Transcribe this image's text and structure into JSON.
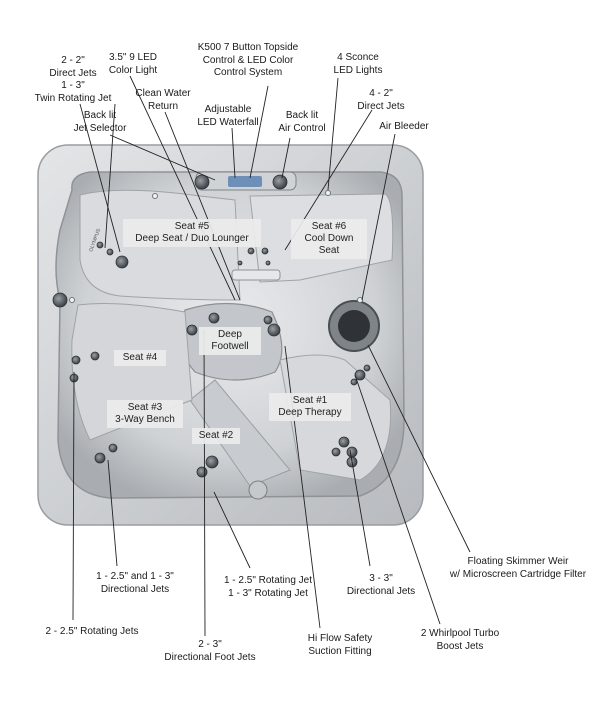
{
  "callouts": {
    "direct_twin_jets": "2 - 2\"\nDirect Jets\n1 - 3\"\nTwin Rotating Jet",
    "color_light": "3.5\" 9 LED\nColor Light",
    "clean_water_return": "Clean Water\nReturn",
    "topside_control": "K500 7 Button Topside\nControl & LED Color\nControl System",
    "led_waterfall": "Adjustable\nLED Waterfall",
    "air_control": "Back lit\nAir Control",
    "sconce_lights": "4 Sconce\nLED Lights",
    "direct_jets_4_2": "4 - 2\"\nDirect Jets",
    "air_bleeder": "Air Bleeder",
    "jet_selector": "Back lit\nJet Selector",
    "skimmer_weir": "Floating Skimmer Weir\nw/ Microscreen Cartridge Filter",
    "directional_jets_1_25_1_3": "1 - 2.5\" and 1 - 3\"\nDirectional Jets",
    "rotating_jets_1_25_1_3": "1 - 2.5\" Rotating Jet\n1 - 3\" Rotating Jet",
    "directional_jets_3_3": "3 - 3\"\nDirectional Jets",
    "rotating_jets_2_25": "2 - 2.5\" Rotating Jets",
    "foot_jets": "2 - 3\"\nDirectional Foot Jets",
    "suction_fitting": "Hi Flow Safety\nSuction Fitting",
    "turbo_jets": "2 Whirlpool Turbo\nBoost Jets"
  },
  "seats": {
    "seat5": "Seat #5\nDeep Seat / Duo Lounger",
    "seat6": "Seat #6\nCool Down\nSeat",
    "footwell": "Deep\nFootwell",
    "seat4": "Seat #4",
    "seat3": "Seat #3\n3-Way Bench",
    "seat1": "Seat #1\nDeep Therapy",
    "seat2": "Seat #2"
  },
  "logo_text": "OLYMPUS",
  "colors": {
    "shell": "#cfd1d4",
    "shell_shadow": "#a3a6aa",
    "interior": "#bfc2c6",
    "interior_light": "#e2e3e5",
    "leader_line": "#222222",
    "jet": "#555a60"
  }
}
